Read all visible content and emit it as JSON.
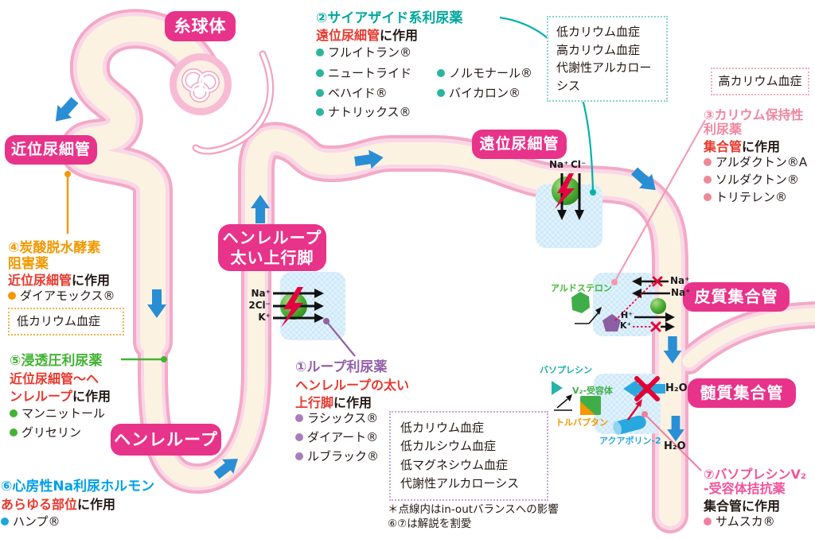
{
  "labels": {
    "glomerulus": "糸球体",
    "proximal": "近位尿細管",
    "henle_thick1": "ヘンレループ",
    "henle_thick2": "太い上行脚",
    "distal": "遠位尿細管",
    "cortical": "皮質集合管",
    "medullary": "髄質集合管",
    "henle": "ヘンレループ"
  },
  "sections": {
    "loop": {
      "title": "①ループ利尿薬",
      "target1": "ヘンレループの太い",
      "target2": "上行脚",
      "suffix": "に作用",
      "drugs": [
        "ラシックス®",
        "ダイアート®",
        "ルブラック®"
      ]
    },
    "thiazide": {
      "title": "②サイアザイド系利尿薬",
      "target": "遠位尿細管",
      "suffix": "に作用",
      "drugs_col1": [
        "フルイトラン®",
        "ニュートライド",
        "ベハイド®",
        "ナトリックス®"
      ],
      "drugs_col2": [
        "ノルモナール®",
        "バイカロン®"
      ]
    },
    "k_sparing": {
      "title1": "③カリウム保持性",
      "title2": "利尿薬",
      "target": "集合管",
      "suffix": "に作用",
      "drugs": [
        "アルダクトン®A",
        "ソルダクトン®",
        "トリテレン®"
      ]
    },
    "carbonic": {
      "title1": "④炭酸脱水酵素",
      "title2": "阻害薬",
      "target": "近位尿細管",
      "suffix": "に作用",
      "drugs": [
        "ダイアモックス®"
      ]
    },
    "osmotic": {
      "title": "⑤浸透圧利尿薬",
      "target1": "近位尿細管〜ヘ",
      "target2": "ンレループ",
      "suffix": "に作用",
      "drugs": [
        "マンニットール",
        "グリセリン"
      ]
    },
    "anp": {
      "title": "⑥心房性Na利尿ホルモン",
      "target": "あらゆる部位",
      "suffix": "に作用",
      "drugs": [
        "ハンプ®"
      ]
    },
    "v2": {
      "title1": "⑦バソプレシンV₂",
      "title2": "-受容体拮抗薬",
      "action": "集合管に作用",
      "drugs": [
        "サムスカ®"
      ]
    }
  },
  "side_effects": {
    "thiazide_box": [
      "低カリウム血症",
      "高カリウム血症",
      "代謝性アルカローシス"
    ],
    "k_sparing_box": "高カリウム血症",
    "carbonic_box": "低カリウム血症",
    "loop_box": [
      "低カリウム血症",
      "低カルシウム血症",
      "低マグネシウム血症",
      "代謝性アルカローシス"
    ]
  },
  "molecules": {
    "aldosterone": "アルドステロン",
    "vasopressin": "バソプレシン",
    "v2_receptor": "V₂-受容体",
    "tolvaptan": "トルバプタン",
    "aquaporin": "アクアポリン-2"
  },
  "ions": {
    "na": "Na⁺",
    "cl": "Cl⁻",
    "cl2": "2Cl⁻",
    "k": "K⁺",
    "h": "H⁺",
    "h2o": "H₂O"
  },
  "footnote": {
    "line1": "＊点線内はin-outバランスへの影響",
    "line2": "⑥⑦は解説を割愛"
  },
  "colors": {
    "magenta": "#e8338a",
    "teal": "#00a79d",
    "salmon": "#f0869f",
    "pink": "#f2529b",
    "orange": "#f39800",
    "green": "#43b334",
    "purple": "#9260a8",
    "light_blue": "#00a0e9",
    "red": "#e8382d",
    "arrow_blue": "#2a8ed5"
  }
}
